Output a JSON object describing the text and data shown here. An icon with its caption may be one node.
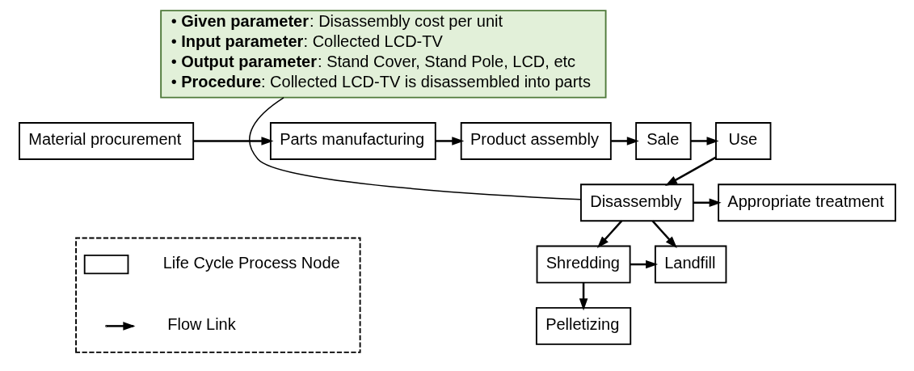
{
  "diagram": {
    "nodes": [
      {
        "text": [
          "• **Given parameter**: Disassembly cost per unit",
          "• **Input parameter**: Collected LCD-TV",
          "• **Output parameter**: Stand Cover, Stand Pole, LCD, etc",
          "• **Procedure**: Collected LCD-TV is disassembled into parts"
        ]
      },
      {
        "text": [
          "Material procurement"
        ]
      },
      {
        "text": [
          "Parts manufacturing"
        ]
      },
      {
        "text": [
          "Product assembly"
        ]
      },
      {
        "text": [
          "Sale"
        ]
      },
      {
        "text": [
          "Use"
        ]
      },
      {
        "text": [
          "Appropriate treatment"
        ]
      },
      {
        "text": [
          "Disassembly"
        ]
      },
      {
        "text": [
          "Landfill"
        ]
      },
      {
        "text": [
          "Shredding"
        ]
      },
      {
        "text": [
          "Pelletizing"
        ]
      },
      {
        "text": [],
        "shape": "box"
      },
      {
        "text": [],
        "shape": "box",
        "in": 11
      }
    ],
    "edges": [
      {
        "from": 1,
        "to": 2,
        "arrow": "to"
      },
      {
        "from": 2,
        "to": 3,
        "arrow": "to"
      },
      {
        "from": 3,
        "to": 4,
        "arrow": "to"
      },
      {
        "from": 4,
        "to": 5,
        "arrow": "to"
      },
      {
        "from": 5,
        "to": 7,
        "arrow": "to"
      },
      {
        "from": 7,
        "to": 6,
        "arrow": "to"
      },
      {
        "from": 7,
        "to": 8,
        "arrow": "to"
      },
      {
        "from": 7,
        "to": 9,
        "arrow": "to"
      },
      {
        "from": 9,
        "to": 8,
        "arrow": "to"
      },
      {
        "from": 9,
        "to": 10,
        "arrow": "to"
      },
      {
        "from": 0,
        "to": 7,
        "arrow": "none"
      }
    ],
    "legend": [
      {
        "text": "Life Cycle Process Node"
      },
      {
        "text": "Flow Link"
      }
    ]
  }
}
